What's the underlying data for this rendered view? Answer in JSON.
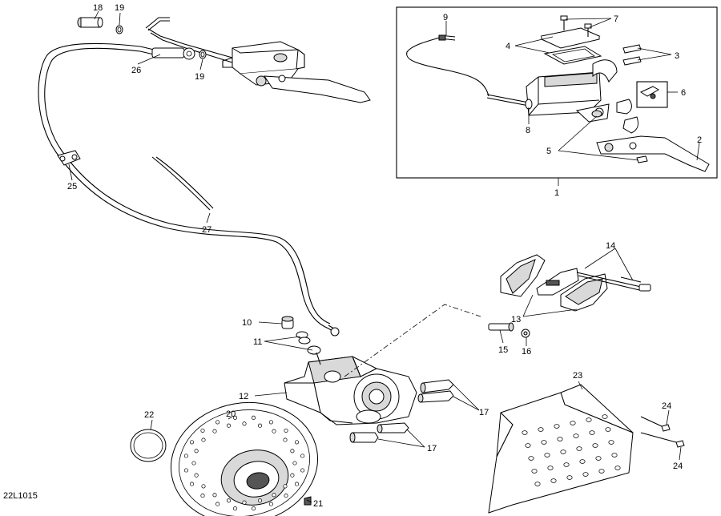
{
  "diagram_code": "22L1015",
  "callouts": {
    "c1": "1",
    "c2": "2",
    "c3": "3",
    "c4": "4",
    "c5": "5",
    "c6": "6",
    "c7": "7",
    "c8": "8",
    "c9": "9",
    "c10": "10",
    "c11": "11",
    "c12": "12",
    "c13": "13",
    "c14": "14",
    "c15": "15",
    "c16": "16",
    "c17a": "17",
    "c17b": "17",
    "c18": "18",
    "c19a": "19",
    "c19b": "19",
    "c20": "20",
    "c21": "21",
    "c22": "22",
    "c23": "23",
    "c24a": "24",
    "c24b": "24",
    "c25": "25",
    "c26": "26",
    "c27": "27"
  }
}
